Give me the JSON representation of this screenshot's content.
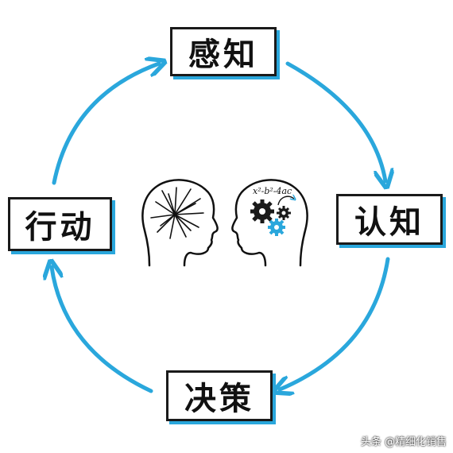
{
  "cycle": {
    "nodes": {
      "top": "感知",
      "right": "认知",
      "bottom": "决策",
      "left": "行动"
    },
    "formula": "x²-b²-4ac",
    "arrow_color": "#2aa7dc",
    "icons": [
      "scattered-thoughts-head-icon",
      "thinking-gears-head-icon"
    ]
  },
  "watermark": "头条 @精细化销售"
}
